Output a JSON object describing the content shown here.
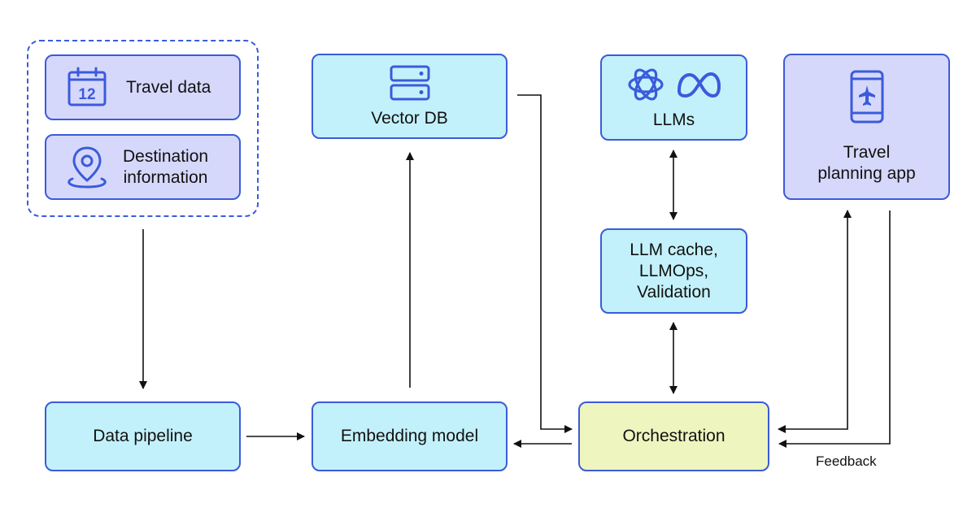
{
  "nodes": {
    "travel_data": "Travel data",
    "destination_info": "Destination\ninformation",
    "vector_db": "Vector DB",
    "llms": "LLMs",
    "travel_app": "Travel\nplanning app",
    "llm_cache": "LLM cache,\nLLMOps,\nValidation",
    "data_pipeline": "Data pipeline",
    "embedding_model": "Embedding model",
    "orchestration": "Orchestration"
  },
  "calendar_day": "12",
  "edge_labels": {
    "feedback": "Feedback"
  },
  "colors": {
    "accent": "#3b5bdb",
    "cyan_fill": "#c3f1fb",
    "lavender_fill": "#d6d8fb",
    "yellow_fill": "#eef5bf",
    "arrow": "#111111"
  },
  "icons": [
    "calendar-icon",
    "location-pin-icon",
    "server-icon",
    "openai-logo-icon",
    "meta-logo-icon",
    "phone-airplane-icon"
  ]
}
